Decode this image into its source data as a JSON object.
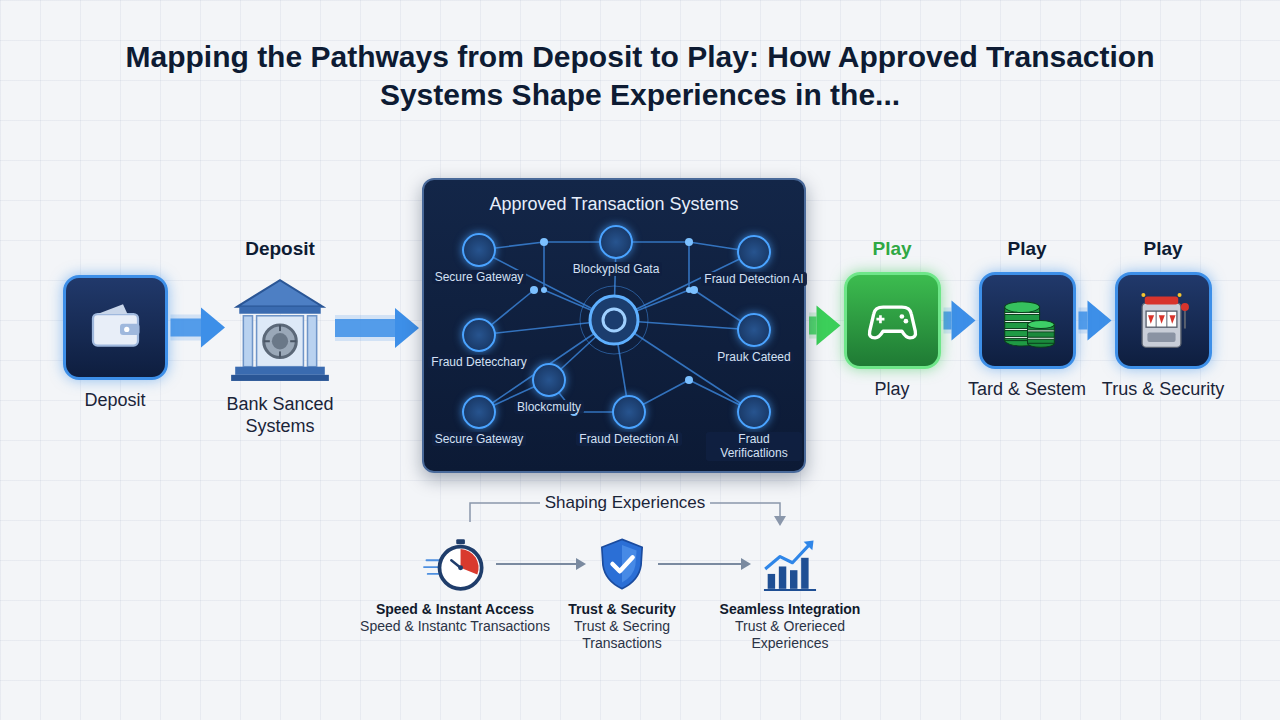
{
  "diagram": {
    "title": "Mapping the Pathways from Deposit to Play: How Approved Transaction Systems Shape Experiences in the...",
    "nodes": [
      {
        "text": [
          "Deposit"
        ]
      },
      {
        "text": [
          "Deposit",
          "Bank Sanced Systems"
        ]
      },
      {
        "text": [
          "Approved Transaction Systems"
        ]
      },
      {
        "text": [
          "Secure Gateway"
        ],
        "in": 2
      },
      {
        "text": [
          "Blockyplsd Gata"
        ],
        "in": 2
      },
      {
        "text": [
          "Fraud Detection AI"
        ],
        "in": 2
      },
      {
        "text": [
          "Fraud Detecchary"
        ],
        "in": 2
      },
      {
        "text": [
          "Prauk Cateed"
        ],
        "in": 2
      },
      {
        "text": [
          "Blockcmulty"
        ],
        "in": 2
      },
      {
        "text": [
          "Secure Gateway"
        ],
        "in": 2
      },
      {
        "text": [
          "Fraud Detection AI"
        ],
        "in": 2
      },
      {
        "text": [
          "Fraud Verificatlions"
        ],
        "in": 2
      },
      {
        "text": [
          "Play",
          "Play"
        ]
      },
      {
        "text": [
          "Play",
          "Tard & Sestem"
        ]
      },
      {
        "text": [
          "Play",
          "Trus & Security"
        ]
      },
      {
        "text": [
          "Speed & Instant Access",
          "Speed & Instantc Transactions"
        ]
      },
      {
        "text": [
          "Trust & Security",
          "Trust & Secring Transactions"
        ]
      },
      {
        "text": [
          "Seamless Integration",
          "Trust & Orerieced Experiences"
        ]
      }
    ],
    "edges": [
      {
        "from": 0,
        "to": 1,
        "arrow": "to"
      },
      {
        "from": 1,
        "to": 2,
        "arrow": "to"
      },
      {
        "from": 2,
        "to": 12,
        "arrow": "to"
      },
      {
        "from": 12,
        "to": 13,
        "arrow": "to"
      },
      {
        "from": 13,
        "to": 14,
        "arrow": "to"
      },
      {
        "from": 15,
        "to": 16,
        "arrow": "to"
      },
      {
        "from": 16,
        "to": 17,
        "arrow": "to"
      }
    ],
    "labels": [
      "Shaping Experiences"
    ]
  }
}
